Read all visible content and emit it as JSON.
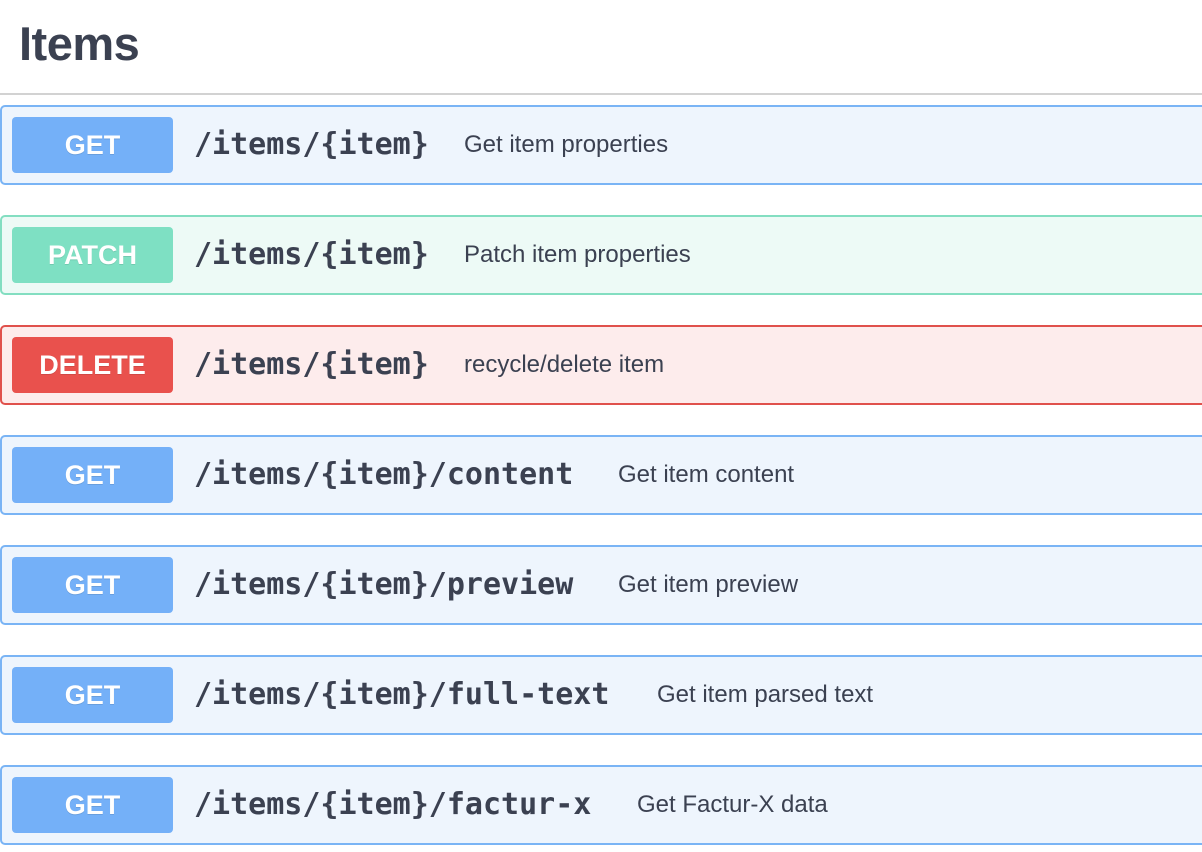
{
  "section": {
    "title": "Items"
  },
  "operations": [
    {
      "method": "GET",
      "path": "/items/{item}",
      "summary": "Get item properties"
    },
    {
      "method": "PATCH",
      "path": "/items/{item}",
      "summary": "Patch item properties"
    },
    {
      "method": "DELETE",
      "path": "/items/{item}",
      "summary": "recycle/delete item"
    },
    {
      "method": "GET",
      "path": "/items/{item}/content",
      "summary": "Get item content"
    },
    {
      "method": "GET",
      "path": "/items/{item}/preview",
      "summary": "Get item preview"
    },
    {
      "method": "GET",
      "path": "/items/{item}/full-text",
      "summary": "Get item parsed text"
    },
    {
      "method": "GET",
      "path": "/items/{item}/factur-x",
      "summary": "Get Factur-X data"
    }
  ],
  "colors": {
    "get": "#74b0f8",
    "patch": "#7ee0c3",
    "delete": "#e9514d"
  }
}
